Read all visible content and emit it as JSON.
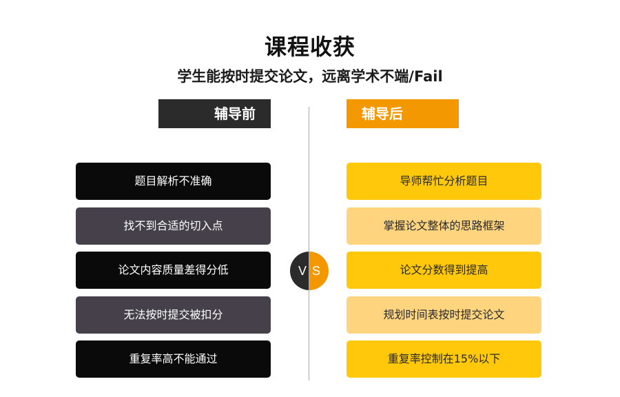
{
  "title": "课程收获",
  "subtitle": "学生能按时提交论文，远离学术不端/Fail",
  "before": {
    "label": "辅导前",
    "color": "#2b2b2b",
    "items": [
      {
        "text": "题目解析不准确",
        "color": "#0b0a0b"
      },
      {
        "text": "找不到合适的切入点",
        "color": "#45404a"
      },
      {
        "text": "论文内容质量差得分低",
        "color": "#0b0a0b"
      },
      {
        "text": "无法按时提交被扣分",
        "color": "#45404a"
      },
      {
        "text": "重复率高不能通过",
        "color": "#0b0a0b"
      }
    ]
  },
  "after": {
    "label": "辅导后",
    "color": "#f39800",
    "items": [
      {
        "text": "导师帮忙分析题目",
        "color": "#ffc80a"
      },
      {
        "text": "掌握论文整体的思路框架",
        "color": "#ffd47e"
      },
      {
        "text": "论文分数得到提高",
        "color": "#ffc80a"
      },
      {
        "text": "规划时间表按时提交论文",
        "color": "#ffd47e"
      },
      {
        "text": "重复率控制在15%以下",
        "color": "#ffc80a"
      }
    ]
  },
  "vs": {
    "v": "V",
    "s": "S"
  }
}
